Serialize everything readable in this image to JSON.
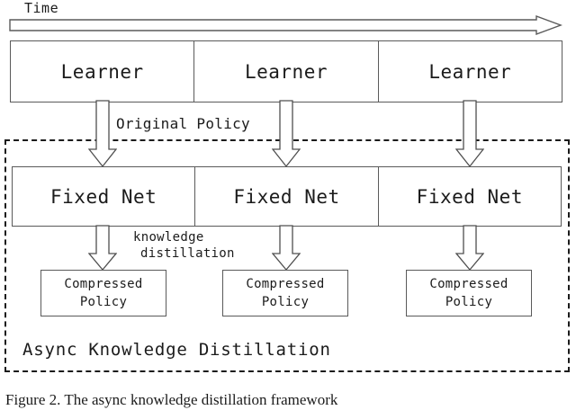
{
  "figure": {
    "time_axis": {
      "label": "Time",
      "arrow_icon": "right-block-arrow-icon"
    },
    "learner_row": {
      "cells": [
        {
          "label": "Learner"
        },
        {
          "label": "Learner"
        },
        {
          "label": "Learner"
        }
      ]
    },
    "edges_top": {
      "label": "Original Policy",
      "arrow_icon": "down-block-arrow-icon"
    },
    "fixed_net_row": {
      "cells": [
        {
          "label": "Fixed Net"
        },
        {
          "label": "Fixed Net"
        },
        {
          "label": "Fixed Net"
        }
      ]
    },
    "edges_bottom": {
      "label_line1": "knowledge",
      "label_line2": "distillation",
      "arrow_icon": "down-block-arrow-icon"
    },
    "compressed_policy_boxes": [
      {
        "line1": "Compressed",
        "line2": "Policy"
      },
      {
        "line1": "Compressed",
        "line2": "Policy"
      },
      {
        "line1": "Compressed",
        "line2": "Policy"
      }
    ],
    "dashed_group": {
      "title": "Async Knowledge Distillation"
    },
    "caption": "Figure 2. The async knowledge distillation framework",
    "colors": {
      "box_stroke": "#5a5a5a",
      "dashed_stroke": "#1b1b1b",
      "text": "#1b1b1b",
      "background": "#ffffff"
    }
  }
}
